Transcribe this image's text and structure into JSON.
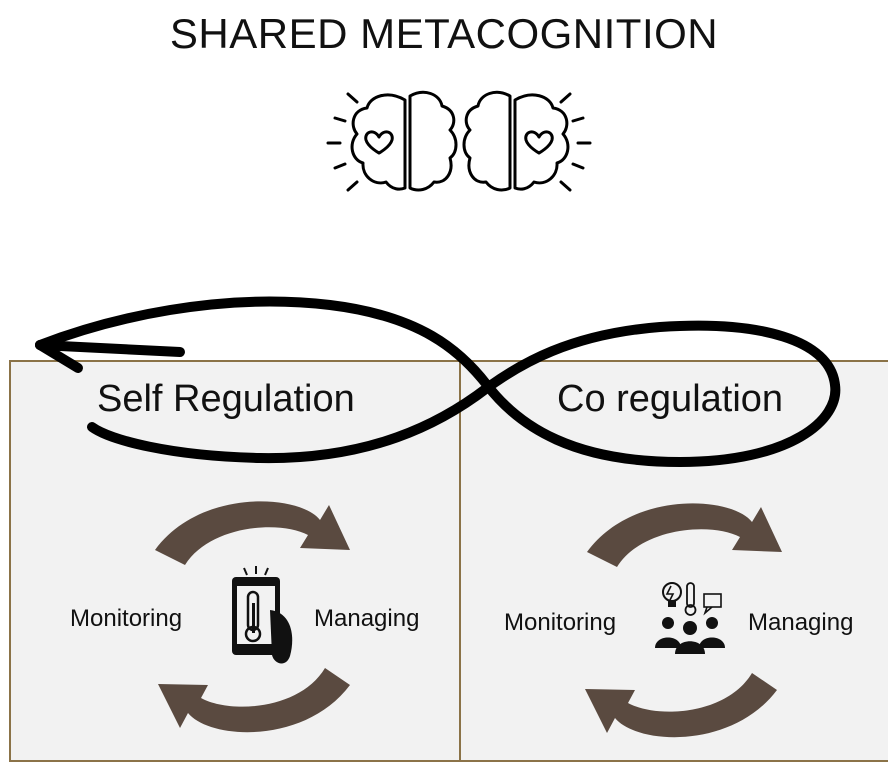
{
  "title": "SHARED METACOGNITION",
  "self_regulation": {
    "heading": "Self Regulation",
    "left_label": "Monitoring",
    "right_label": "Managing"
  },
  "co_regulation": {
    "heading": "Co regulation",
    "left_label": "Monitoring",
    "right_label": "Managing"
  },
  "icons": {
    "top": "brains-with-hearts-icon",
    "self": "phone-thermometer-icon",
    "co": "group-thermometer-icon",
    "loop": "infinity-loop-arrow-icon"
  },
  "colors": {
    "panel_fill": "#f2f2f2",
    "panel_border": "#8b7348",
    "cycle_arrow": "#5a4a40",
    "loop_stroke": "#000000"
  }
}
